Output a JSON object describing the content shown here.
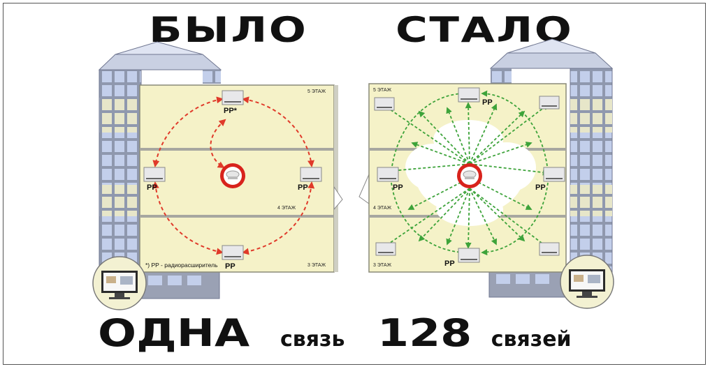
{
  "left": {
    "heading": "БЫЛО",
    "caption_big": "ОДНА",
    "caption_small": "связь",
    "floors": [
      "5 ЭТАЖ",
      "4 ЭТАЖ",
      "3 ЭТАЖ"
    ],
    "repeater_labels": [
      "PP*",
      "PP",
      "PP",
      "PP"
    ],
    "footnote": "*) PP - радиорасширитель"
  },
  "right": {
    "heading": "СТАЛО",
    "caption_big": "128",
    "caption_small": "связей",
    "floors": [
      "5 ЭТАЖ",
      "4 ЭТАЖ",
      "3 ЭТАЖ"
    ],
    "repeater_labels": [
      "PP",
      "PP",
      "PP",
      "PP"
    ]
  },
  "colors": {
    "floor_fill": "#f5f2c8",
    "red_link": "#e03a2a",
    "green_link": "#3da33a",
    "building": "#9aa3b8",
    "window": "#b9c7e6"
  }
}
